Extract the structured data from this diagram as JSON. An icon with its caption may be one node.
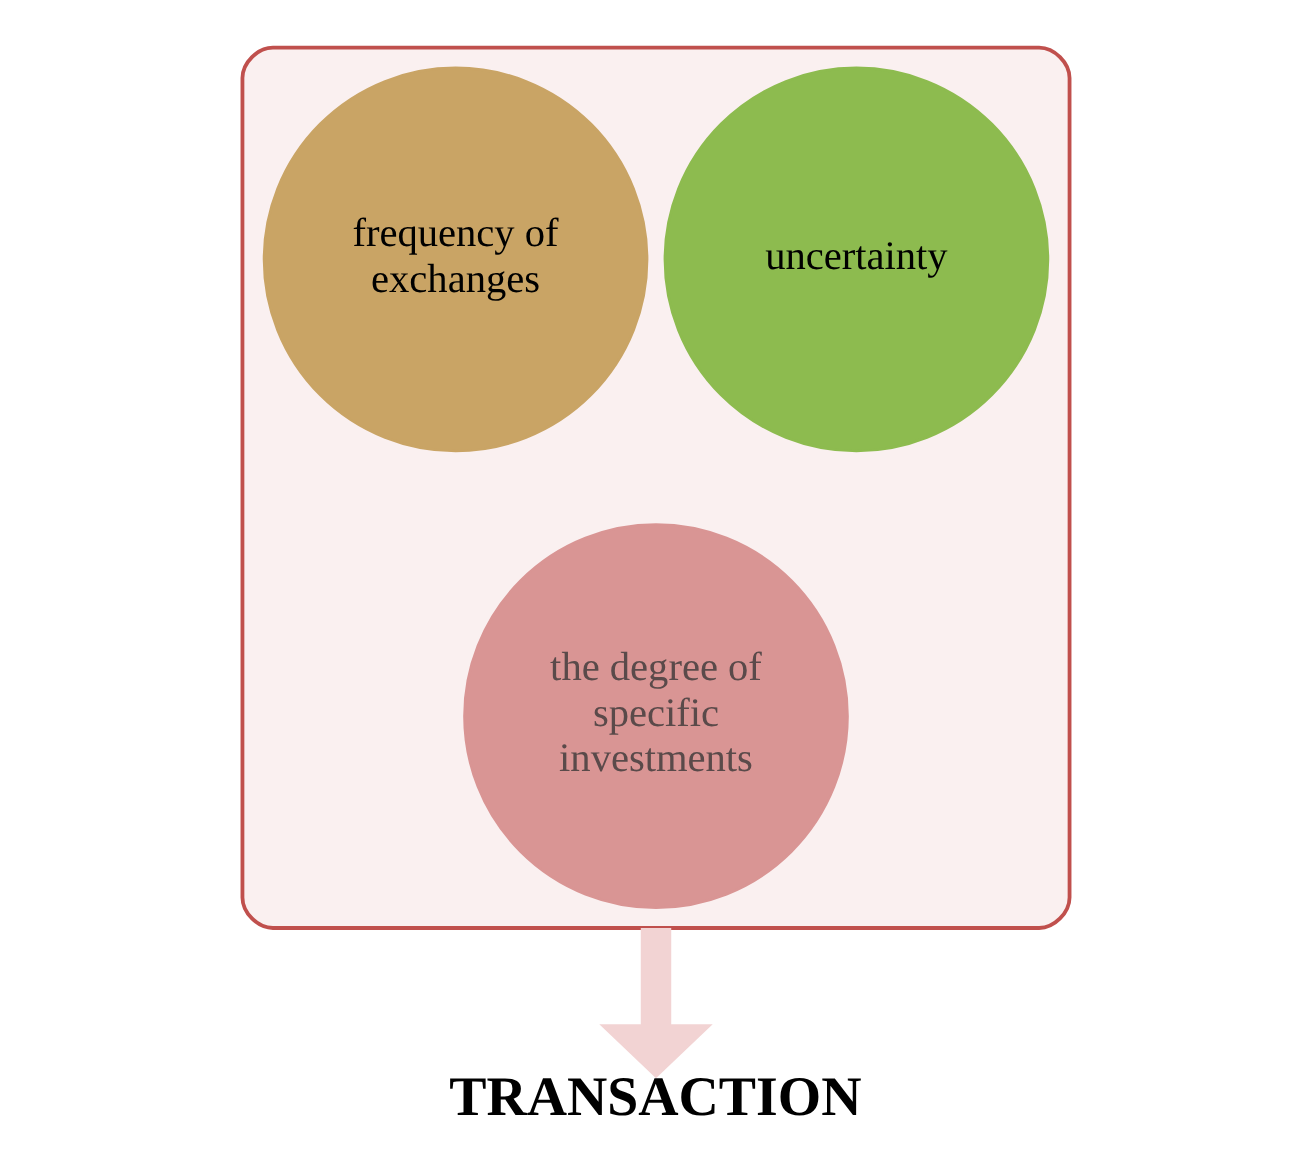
{
  "diagram": {
    "nodes": [
      {
        "text": [],
        "shape": "funnel"
      },
      {
        "text": [
          "frequency of exchanges"
        ],
        "in": 0
      },
      {
        "text": [
          "uncertainty"
        ],
        "in": 0
      },
      {
        "text": [
          "the degree of specific investments"
        ],
        "in": 0
      },
      {
        "text": [
          "TRANSACTION"
        ]
      }
    ],
    "edges": [
      {
        "from": 0,
        "to": 4,
        "arrow": "to",
        "color": "#f2d3d3"
      }
    ]
  }
}
